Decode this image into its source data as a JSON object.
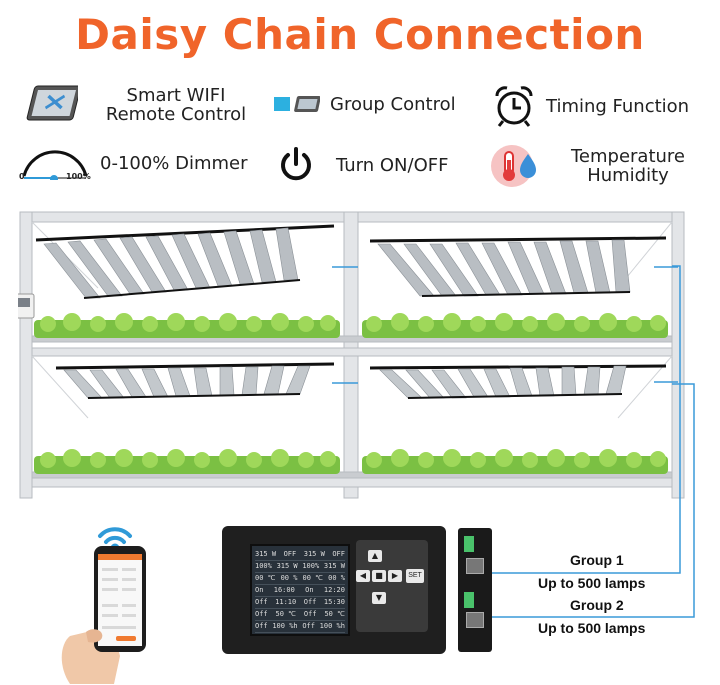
{
  "title": "Daisy Chain Connection",
  "features": {
    "wifi": {
      "line1": "Smart WIFI",
      "line2": "Remote Control"
    },
    "group": {
      "label": "Group Control"
    },
    "timing": {
      "label": "Timing Function"
    },
    "dimmer": {
      "label": "0-100% Dimmer",
      "scale_min": "0",
      "scale_max": "100%"
    },
    "onoff": {
      "label": "Turn ON/OFF"
    },
    "temp": {
      "line1": "Temperature",
      "line2": "Humidity"
    }
  },
  "groups": [
    {
      "name": "Group 1",
      "capacity": "Up to 500 lamps"
    },
    {
      "name": "Group 2",
      "capacity": "Up to 500 lamps"
    }
  ],
  "controller": {
    "set_label": "SET",
    "screen_rows": [
      [
        "315 W",
        "OFF",
        "315 W",
        "OFF"
      ],
      [
        "100%",
        "315 W",
        "100%",
        "315 W"
      ],
      [
        "00 ℃",
        "00 %",
        "00 ℃",
        "00 %"
      ],
      [
        "On",
        "16:00",
        "On",
        "12:20"
      ],
      [
        "Off",
        "11:10",
        "Off",
        "15:30"
      ],
      [
        "Off",
        "50 ℃",
        "Off",
        "50 ℃"
      ],
      [
        "Off",
        "100 %h",
        "Off",
        "100 %h"
      ]
    ]
  },
  "colors": {
    "title": "#f0642a",
    "accent_blue": "#2f9ad8",
    "cable": "#3a9ad9"
  }
}
